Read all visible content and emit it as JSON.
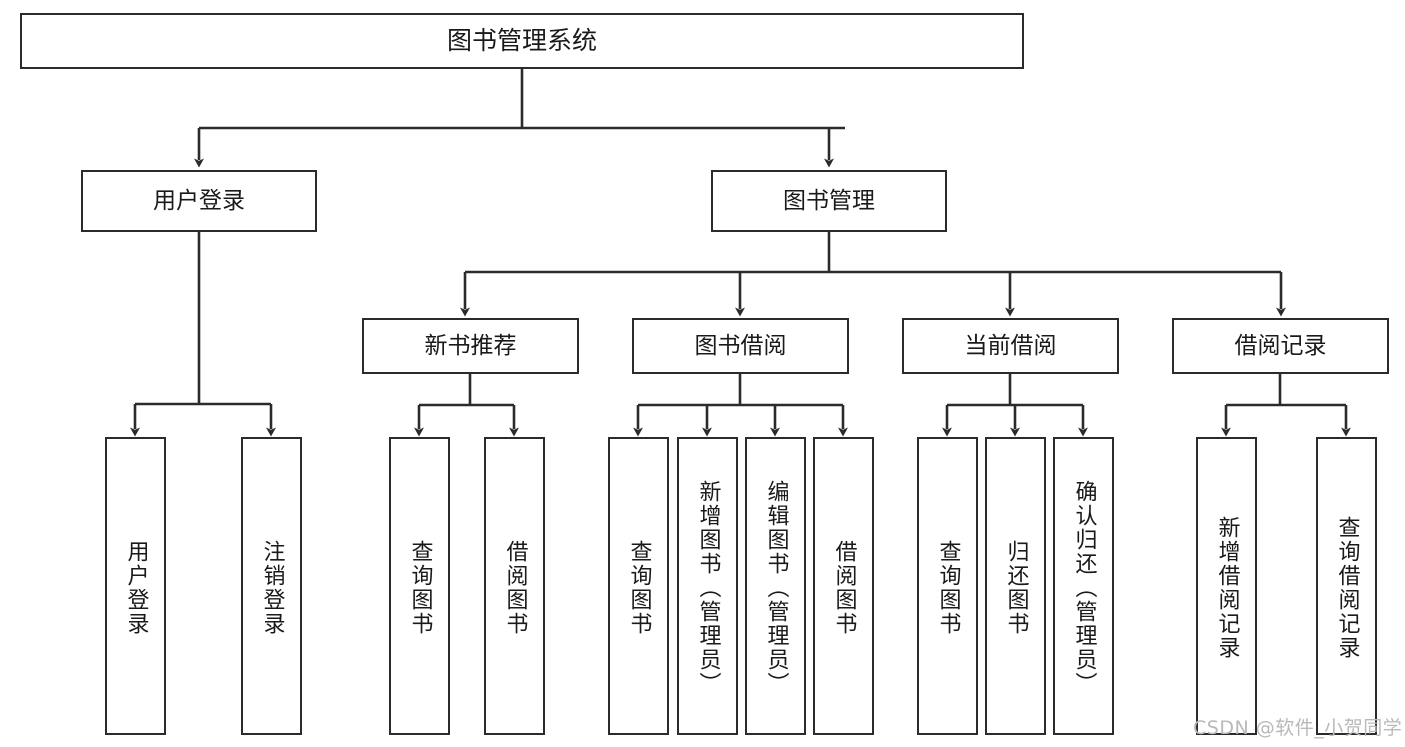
{
  "diagram": {
    "type": "hierarchy-tree",
    "title": "图书管理系统",
    "levels": 4,
    "colors": {
      "box_border": "#2b2b2b",
      "box_fill": "#ffffff",
      "edge": "#2b2b2b",
      "text": "#1a1a1a",
      "watermark": "#b9b9b9"
    },
    "root": {
      "label": "图书管理系统"
    },
    "level2": [
      {
        "label": "用户登录"
      },
      {
        "label": "图书管理"
      }
    ],
    "level3": [
      {
        "label": "新书推荐"
      },
      {
        "label": "图书借阅"
      },
      {
        "label": "当前借阅"
      },
      {
        "label": "借阅记录"
      }
    ],
    "leaves": {
      "user_login": [
        {
          "label": "用户登录"
        },
        {
          "label": "注销登录"
        }
      ],
      "new_book_recommend": [
        {
          "label": "查询图书"
        },
        {
          "label": "借阅图书"
        }
      ],
      "book_borrow": [
        {
          "label": "查询图书"
        },
        {
          "label": "新增图书（管理员）"
        },
        {
          "label": "编辑图书（管理员）"
        },
        {
          "label": "借阅图书"
        }
      ],
      "current_borrow": [
        {
          "label": "查询图书"
        },
        {
          "label": "归还图书"
        },
        {
          "label": "确认归还（管理员）"
        }
      ],
      "borrow_record": [
        {
          "label": "新增借阅记录"
        },
        {
          "label": "查询借阅记录"
        }
      ]
    }
  },
  "watermark": {
    "text": "CSDN @软件_小贺同学"
  }
}
